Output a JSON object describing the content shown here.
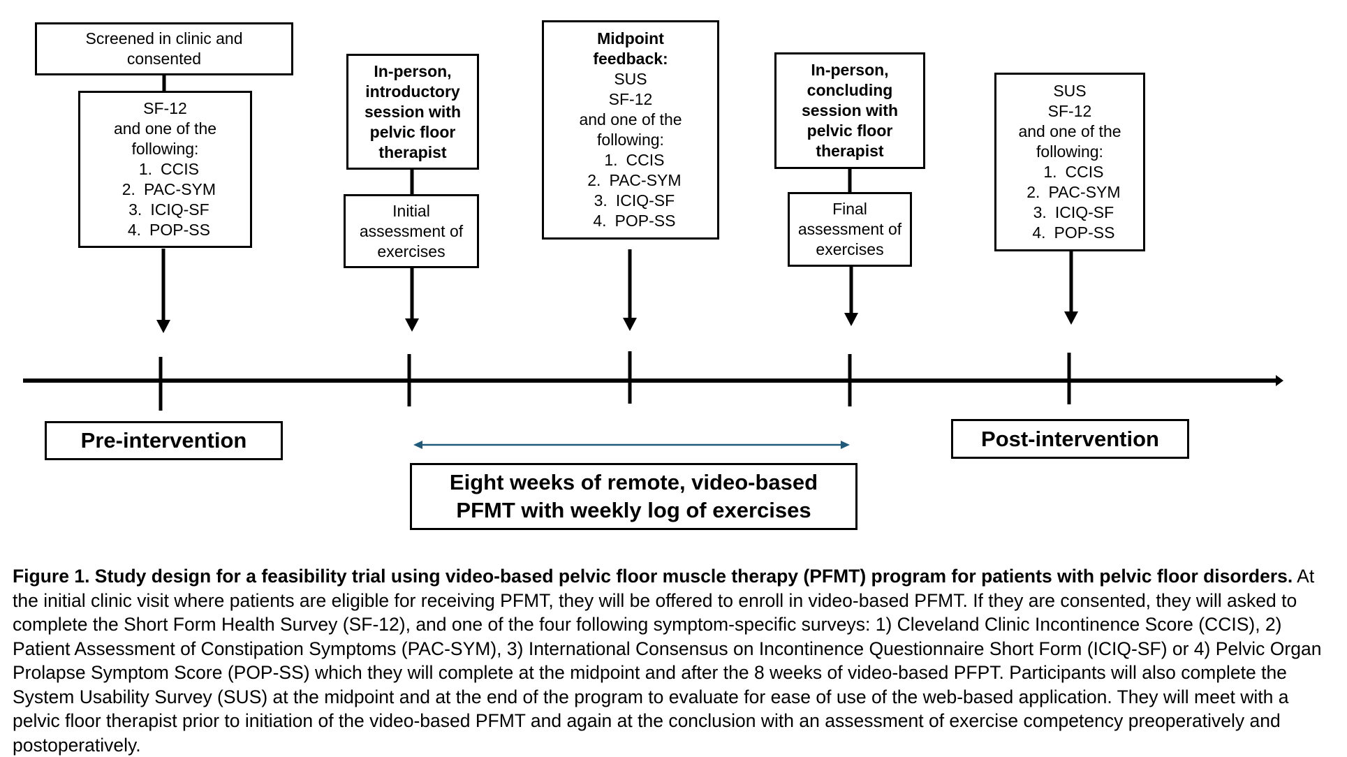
{
  "boxes": {
    "screened": "Screened in clinic and consented",
    "pre_surveys": {
      "top": [
        "SF-12",
        "and one of the",
        "following:"
      ],
      "list": [
        "CCIS",
        "PAC-SYM",
        "ICIQ-SF",
        "POP-SS"
      ]
    },
    "intro_session": "In-person, introductory session with pelvic floor therapist",
    "initial_assessment": "Initial assessment of exercises",
    "midpoint": {
      "heading": "Midpoint feedback:",
      "top": [
        "SUS",
        "SF-12",
        "and one of the",
        "following:"
      ],
      "list": [
        "CCIS",
        "PAC-SYM",
        "ICIQ-SF",
        "POP-SS"
      ]
    },
    "concluding_session": "In-person, concluding session with pelvic floor therapist",
    "final_assessment": "Final assessment of exercises",
    "post_surveys": {
      "top": [
        "SUS",
        "SF-12",
        "and one of the",
        "following:"
      ],
      "list": [
        "CCIS",
        "PAC-SYM",
        "ICIQ-SF",
        "POP-SS"
      ]
    }
  },
  "phases": {
    "pre": "Pre-intervention",
    "post": "Post-intervention",
    "remote_line1": "Eight weeks of remote, video-based",
    "remote_line2": "PFMT with weekly log of exercises"
  },
  "colors": {
    "line": "#000000",
    "span_arrow": "#1f5a7a"
  },
  "caption": {
    "bold": "Figure 1. Study design for a feasibility trial using video-based pelvic floor muscle therapy (PFMT) program for patients with pelvic floor disorders.",
    "text": " At the initial clinic visit where patients are eligible for receiving PFMT, they will be offered to enroll in video-based PFMT. If they are consented, they will asked to complete the Short Form Health Survey (SF-12), and one of the four following symptom-specific surveys: 1) Cleveland Clinic Incontinence Score (CCIS), 2) Patient Assessment of Constipation Symptoms (PAC-SYM), 3) International Consensus on Incontinence Questionnaire Short Form (ICIQ-SF) or 4) Pelvic Organ Prolapse Symptom Score (POP-SS) which they will complete at the midpoint and after the 8 weeks of video-based PFPT. Participants will also complete the System Usability Survey (SUS) at the midpoint and at the end of the program to evaluate for ease of use of the web-based application. They will meet with a pelvic floor therapist prior to initiation of the video-based PFMT and again at the conclusion with an assessment of exercise competency preoperatively and postoperatively."
  }
}
